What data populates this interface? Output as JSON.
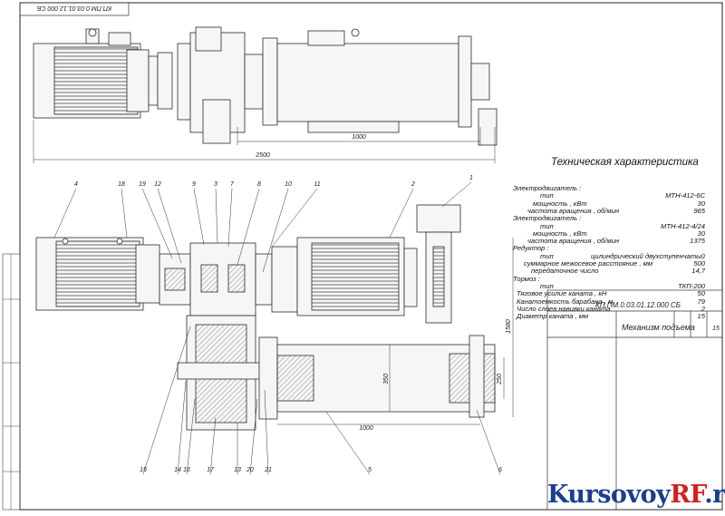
{
  "drawing": {
    "code_top_rotated": "КП.ПМ.0.03.01.12.000 СБ",
    "stamp_code": "КП.ПМ.0.03.01.12.000 СБ",
    "stamp_title": "Механизм подъема",
    "stamp_sheet": "15",
    "dimensions": {
      "top_len_1": "1000",
      "top_len_2": "2500",
      "bottom_len": "1000",
      "drum_dia": "350",
      "drum_dia2": "250",
      "height": "1580"
    },
    "position_labels": [
      "4",
      "18",
      "19",
      "12",
      "9",
      "3",
      "7",
      "8",
      "10",
      "11",
      "2",
      "1",
      "15",
      "16",
      "14",
      "17",
      "13",
      "20",
      "21",
      "5",
      "6"
    ]
  },
  "spec": {
    "title": "Техническая характеристика",
    "rows": [
      {
        "k": "Электродвигатель :",
        "v": "",
        "indent": 0
      },
      {
        "k": "тип",
        "v": "МТН-412-6С",
        "indent": 30
      },
      {
        "k": "мощность , кВт",
        "v": "30",
        "indent": 22
      },
      {
        "k": "частота вращения , об/мин",
        "v": "965",
        "indent": 16
      },
      {
        "k": "Электродвигатель :",
        "v": "",
        "indent": 0
      },
      {
        "k": "тип",
        "v": "МТН-412-4/24",
        "indent": 30
      },
      {
        "k": "мощность , кВт",
        "v": "30",
        "indent": 22
      },
      {
        "k": "частота вращения , об/мин",
        "v": "1375",
        "indent": 16
      },
      {
        "k": "Редуктор :",
        "v": "",
        "indent": 0
      },
      {
        "k": "тип",
        "v": "цилиндрический двухступенчатый",
        "indent": 30
      },
      {
        "k": "суммарное межосевое расстояние , мм",
        "v": "500",
        "indent": 12
      },
      {
        "k": "передаточное число",
        "v": "14,7",
        "indent": 20
      },
      {
        "k": "Тормоз :",
        "v": "",
        "indent": 0
      },
      {
        "k": "тип",
        "v": "ТКП-200",
        "indent": 30
      },
      {
        "k": "Тяговое усилие каната , кН",
        "v": "50",
        "indent": 4
      },
      {
        "k": "Канатоемкость барабана , м",
        "v": "79",
        "indent": 4
      },
      {
        "k": "Число слоев навивки каната",
        "v": "2",
        "indent": 4
      },
      {
        "k": "Диаметр каната , мм",
        "v": "15",
        "indent": 4
      }
    ]
  },
  "watermark": {
    "part1": "Kursovoy",
    "part2": "RF",
    "part3": ".ru"
  },
  "colors": {
    "line": "#2b2b2b",
    "fill": "#f4f4f4",
    "hatch": "#555555"
  }
}
